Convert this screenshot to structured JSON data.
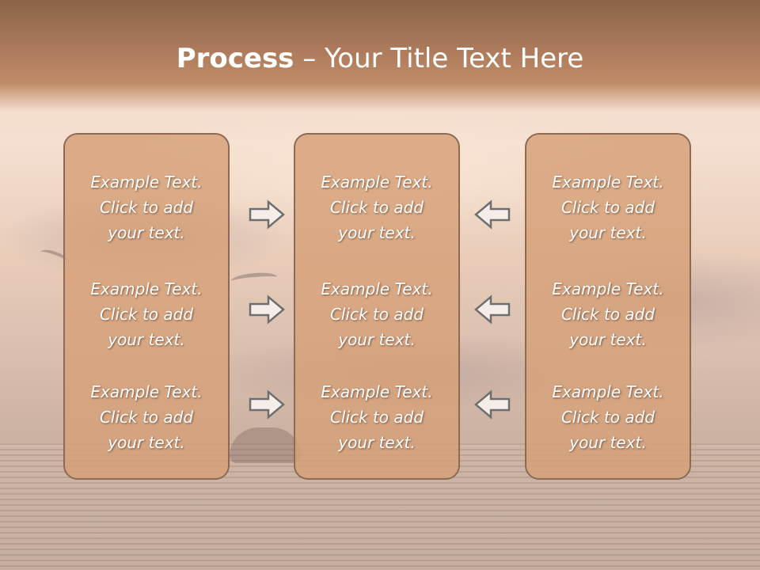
{
  "slide": {
    "title_strong": "Process",
    "title_rest": " – Your Title Text Here"
  },
  "columns": [
    {
      "items": [
        {
          "l1": "Example Text.",
          "l2": "Click  to add",
          "l3": "your text."
        },
        {
          "l1": "Example Text.",
          "l2": "Click  to add",
          "l3": "your text."
        },
        {
          "l1": "Example Text.",
          "l2": "Click  to add",
          "l3": "your text."
        }
      ]
    },
    {
      "items": [
        {
          "l1": "Example Text.",
          "l2": "Click  to add",
          "l3": "your text."
        },
        {
          "l1": "Example Text.",
          "l2": "Click  to add",
          "l3": "your text."
        },
        {
          "l1": "Example Text.",
          "l2": "Click  to add",
          "l3": "your text."
        }
      ]
    },
    {
      "items": [
        {
          "l1": "Example Text.",
          "l2": "Click  to add",
          "l3": "your text."
        },
        {
          "l1": "Example Text.",
          "l2": "Click  to add",
          "l3": "your text."
        },
        {
          "l1": "Example Text.",
          "l2": "Click  to add",
          "l3": "your text."
        }
      ]
    }
  ],
  "arrows": {
    "left_group": "right-arrow-icon",
    "right_group": "left-arrow-icon"
  },
  "colors": {
    "box_fill": "#d6a078",
    "box_border": "#8e6a55",
    "title_band": "#a9785a",
    "text": "#ffffff"
  }
}
